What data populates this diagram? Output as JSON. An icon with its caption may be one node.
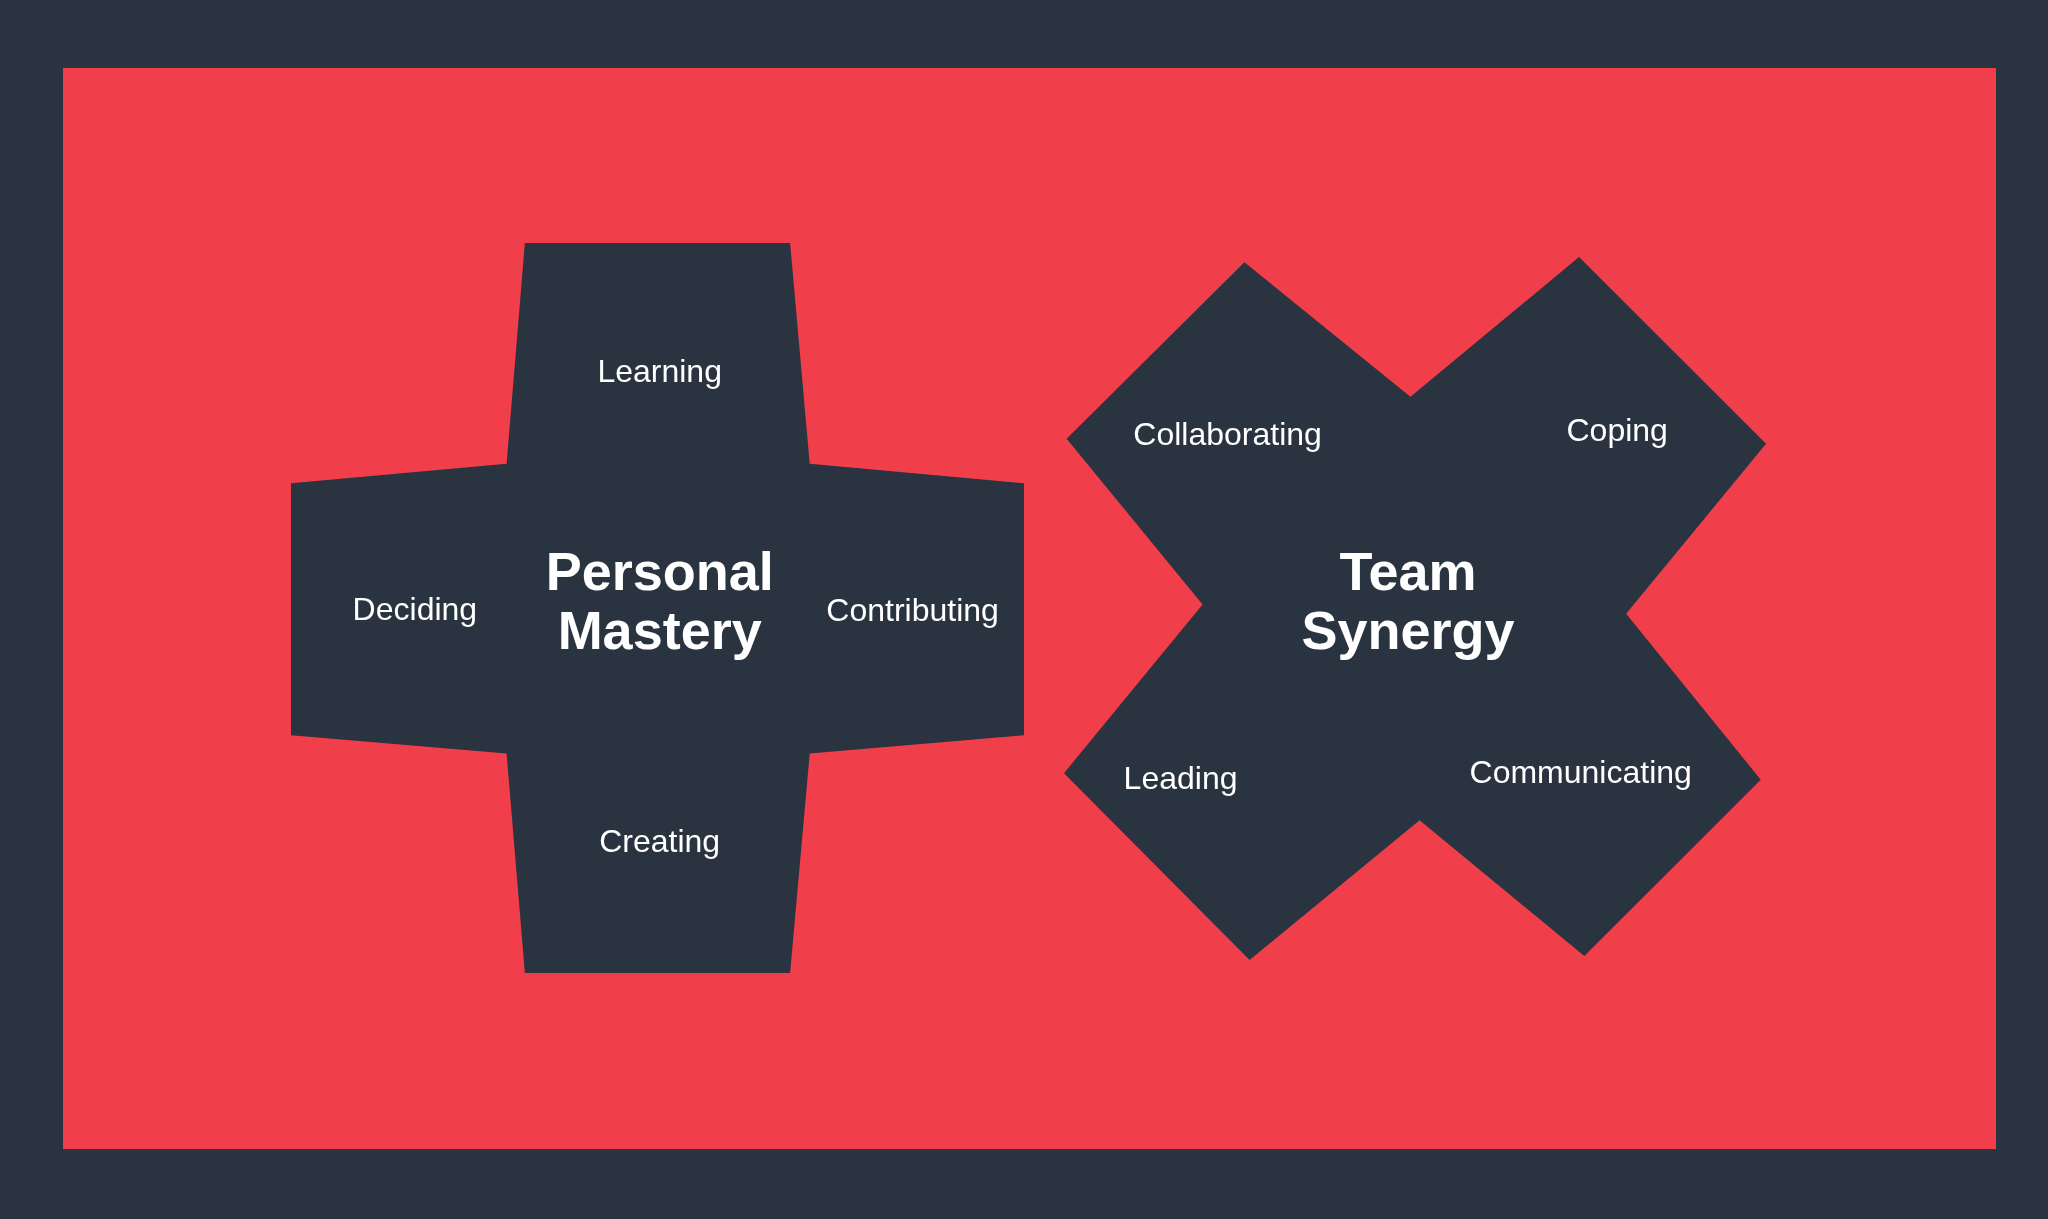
{
  "diagram": {
    "nodes": [
      {
        "text": [
          "Learning",
          "Deciding",
          "Personal Mastery",
          "Contributing",
          "Creating"
        ]
      },
      {
        "text": [
          "Collaborating",
          "Coping",
          "Team Synergy",
          "Leading",
          "Communicating"
        ]
      }
    ]
  }
}
